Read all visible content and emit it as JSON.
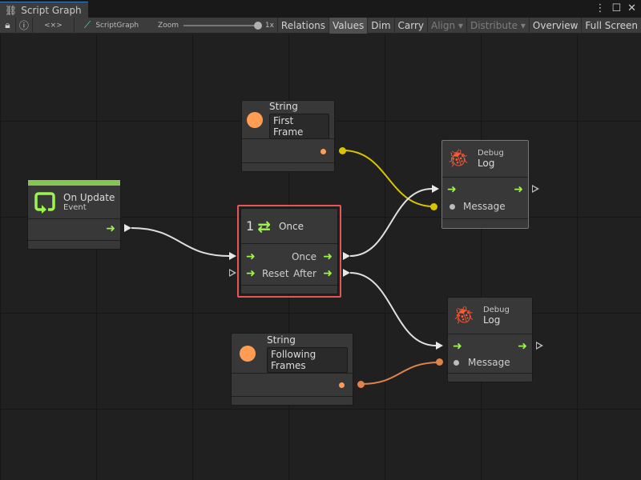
{
  "window": {
    "tab_title": "Script Graph",
    "menu_icon": "kebab-icon",
    "maximize_icon": "maximize-icon",
    "close_icon": "close-icon"
  },
  "toolbar": {
    "graph_name": "ScriptGraph",
    "zoom_label": "Zoom",
    "zoom_value": "1x",
    "zoom_level": 1.0,
    "code_icon": "<×>",
    "buttons": [
      "Relations",
      "Values",
      "Dim",
      "Carry",
      "Align ▾",
      "Distribute ▾",
      "Overview",
      "Full Screen"
    ],
    "active": "Values"
  },
  "colors": {
    "flow": "#9cf54b",
    "string": "#ff9d55",
    "wire_white": "#e0e0e0",
    "wire_yellow": "#d8c400",
    "wire_orange": "#e0834a",
    "selected": "#e85656",
    "highlight": "#3a88b8",
    "event_bar": "#86c553",
    "debug": "#ff5a36"
  },
  "nodes": {
    "on_update": {
      "title": "On Update",
      "subtitle": "Event"
    },
    "string1": {
      "title": "String",
      "value": "First Frame"
    },
    "once": {
      "count": "1",
      "title": "Once",
      "out1": "Once",
      "in2": "Reset",
      "out2": "After"
    },
    "log1": {
      "category": "Debug",
      "title": "Log",
      "input": "Message"
    },
    "log2": {
      "category": "Debug",
      "title": "Log",
      "input": "Message"
    },
    "string2": {
      "title": "String",
      "value": "Following Frames"
    }
  }
}
